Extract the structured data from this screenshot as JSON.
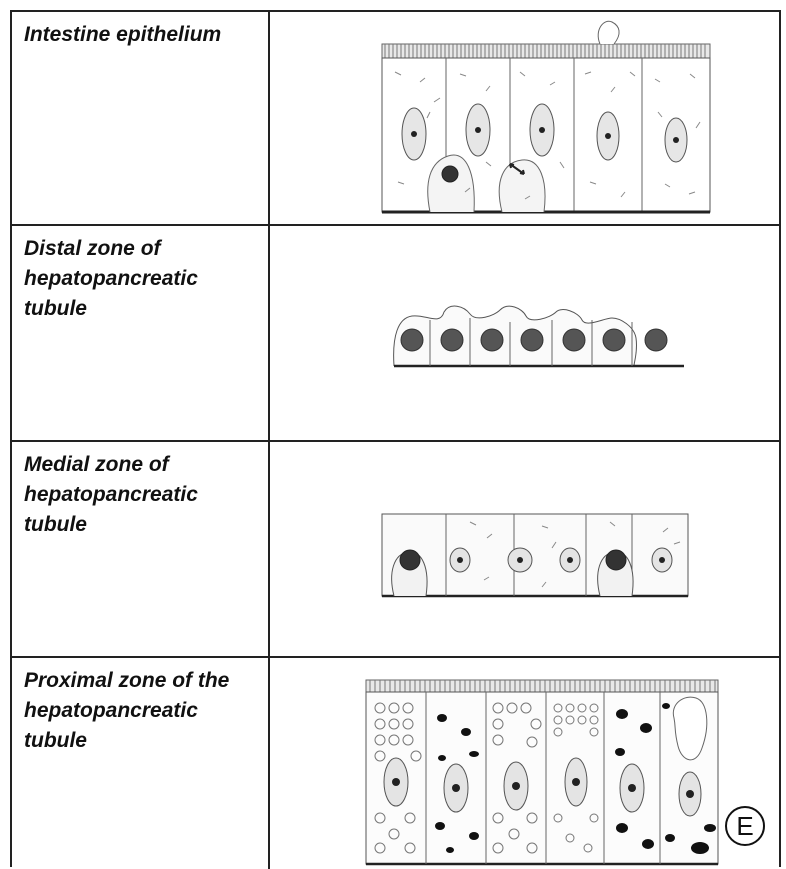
{
  "table": {
    "rows": [
      {
        "label": "Intestine epithelium",
        "figure": "intestine-epithelium-cells"
      },
      {
        "label": "Distal zone of hepatopancreatic tubule",
        "figure": "distal-zone-cells"
      },
      {
        "label": "Medial  zone of hepatopancreatic tubule",
        "figure": "medial-zone-cells"
      },
      {
        "label": "Proximal zone of the hepatopancreatic tubule",
        "figure": "proximal-zone-cells"
      }
    ]
  },
  "panel_badge": "E"
}
